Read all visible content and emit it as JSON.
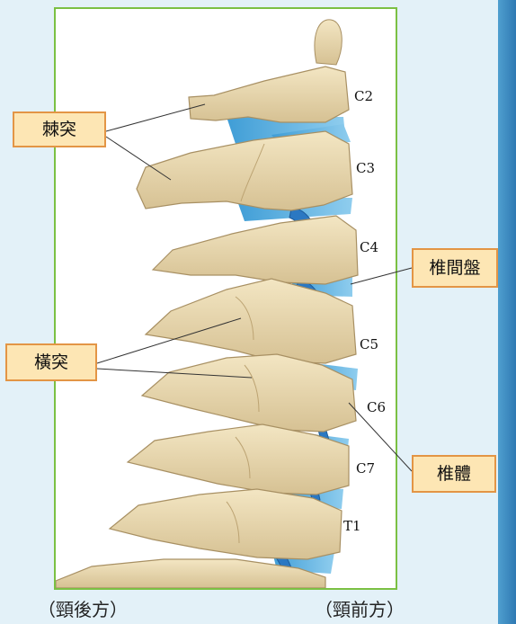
{
  "vertebra_levels": [
    "C2",
    "C3",
    "C4",
    "C5",
    "C6",
    "C7",
    "T1"
  ],
  "callouts": {
    "spinous_process": "棘突",
    "transverse_process": "橫突",
    "intervertebral_disc": "椎間盤",
    "vertebral_body": "椎體"
  },
  "captions": {
    "posterior": "（頸後方）",
    "anterior": "（頸前方）"
  },
  "colors": {
    "bone": "#ecdcb2",
    "bone_shadow": "#c9b483",
    "disc": "#6ab8e3",
    "nerve": "#2b78c2",
    "frame": "#7bc043",
    "callout_fill": "#fde6b4",
    "callout_border": "#e39545",
    "side_bar": "#3b86bf"
  }
}
